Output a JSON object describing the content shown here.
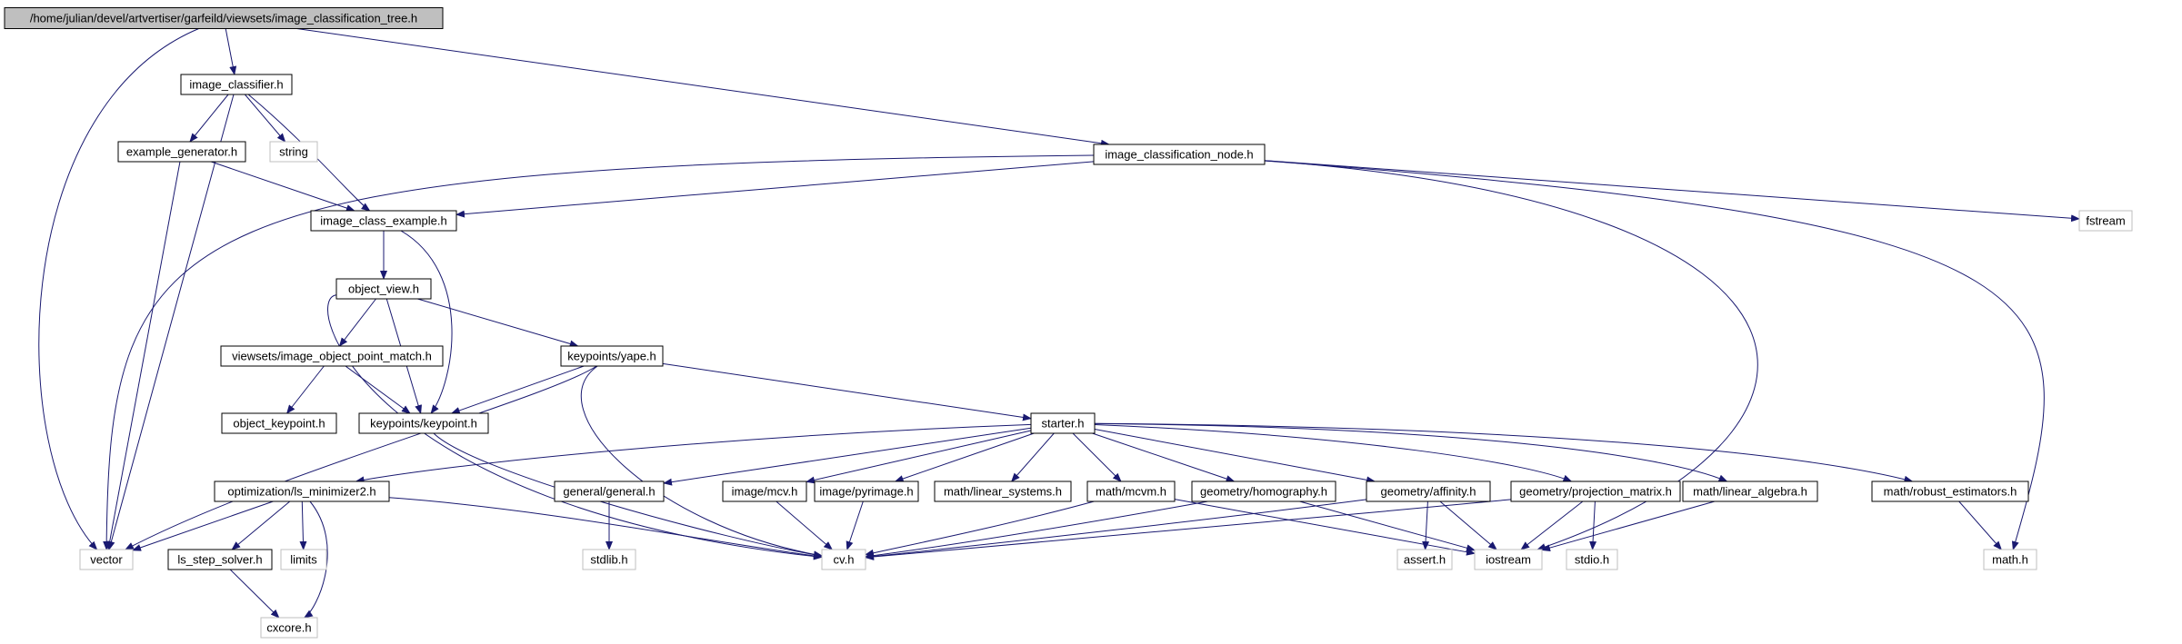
{
  "diagram": {
    "colors": {
      "edge": "#191970",
      "documented_border": "#000000",
      "external_border": "#bfbfbf",
      "root_fill": "#bfbfbf",
      "fill": "#ffffff"
    },
    "nodes": [
      {
        "id": "root",
        "label": "/home/julian/devel/artvertiser/garfeild/viewsets/image_classification_tree.h",
        "kind": "root"
      },
      {
        "id": "image_classifier",
        "label": "image_classifier.h",
        "kind": "documented"
      },
      {
        "id": "vector",
        "label": "vector",
        "kind": "external"
      },
      {
        "id": "example_generator",
        "label": "example_generator.h",
        "kind": "documented"
      },
      {
        "id": "string",
        "label": "string",
        "kind": "external"
      },
      {
        "id": "image_classification_node",
        "label": "image_classification_node.h",
        "kind": "documented"
      },
      {
        "id": "fstream",
        "label": "fstream",
        "kind": "external"
      },
      {
        "id": "image_class_example",
        "label": "image_class_example.h",
        "kind": "documented"
      },
      {
        "id": "object_view",
        "label": "object_view.h",
        "kind": "documented"
      },
      {
        "id": "image_object_point_match",
        "label": "viewsets/image_object_point_match.h",
        "kind": "documented"
      },
      {
        "id": "keypoints_yape",
        "label": "keypoints/yape.h",
        "kind": "documented"
      },
      {
        "id": "object_keypoint",
        "label": "object_keypoint.h",
        "kind": "documented"
      },
      {
        "id": "keypoints_keypoint",
        "label": "keypoints/keypoint.h",
        "kind": "documented"
      },
      {
        "id": "starter",
        "label": "starter.h",
        "kind": "documented"
      },
      {
        "id": "ls_minimizer2",
        "label": "optimization/ls_minimizer2.h",
        "kind": "documented"
      },
      {
        "id": "general",
        "label": "general/general.h",
        "kind": "documented"
      },
      {
        "id": "image_mcv",
        "label": "image/mcv.h",
        "kind": "documented"
      },
      {
        "id": "pyrimage",
        "label": "image/pyrimage.h",
        "kind": "documented"
      },
      {
        "id": "linear_systems",
        "label": "math/linear_systems.h",
        "kind": "documented"
      },
      {
        "id": "mcvm",
        "label": "math/mcvm.h",
        "kind": "documented"
      },
      {
        "id": "homography",
        "label": "geometry/homography.h",
        "kind": "documented"
      },
      {
        "id": "affinity",
        "label": "geometry/affinity.h",
        "kind": "documented"
      },
      {
        "id": "projection_matrix",
        "label": "geometry/projection_matrix.h",
        "kind": "documented"
      },
      {
        "id": "linear_algebra",
        "label": "math/linear_algebra.h",
        "kind": "documented"
      },
      {
        "id": "robust_estimators",
        "label": "math/robust_estimators.h",
        "kind": "documented"
      },
      {
        "id": "math",
        "label": "math.h",
        "kind": "external"
      },
      {
        "id": "limits",
        "label": "limits",
        "kind": "external"
      },
      {
        "id": "ls_step_solver",
        "label": "ls_step_solver.h",
        "kind": "documented"
      },
      {
        "id": "cxcore",
        "label": "cxcore.h",
        "kind": "external"
      },
      {
        "id": "stdlib",
        "label": "stdlib.h",
        "kind": "external"
      },
      {
        "id": "cv",
        "label": "cv.h",
        "kind": "external"
      },
      {
        "id": "assert",
        "label": "assert.h",
        "kind": "external"
      },
      {
        "id": "iostream",
        "label": "iostream",
        "kind": "external"
      },
      {
        "id": "stdio",
        "label": "stdio.h",
        "kind": "external"
      }
    ],
    "edges": [
      [
        "root",
        "image_classifier"
      ],
      [
        "root",
        "vector"
      ],
      [
        "root",
        "image_classification_node"
      ],
      [
        "image_classifier",
        "vector"
      ],
      [
        "image_classifier",
        "example_generator"
      ],
      [
        "image_classifier",
        "string"
      ],
      [
        "image_classifier",
        "image_class_example"
      ],
      [
        "example_generator",
        "vector"
      ],
      [
        "example_generator",
        "image_class_example"
      ],
      [
        "image_classification_node",
        "vector"
      ],
      [
        "image_classification_node",
        "image_class_example"
      ],
      [
        "image_classification_node",
        "fstream"
      ],
      [
        "image_classification_node",
        "iostream"
      ],
      [
        "image_classification_node",
        "math"
      ],
      [
        "image_class_example",
        "object_view"
      ],
      [
        "image_class_example",
        "keypoints_keypoint"
      ],
      [
        "object_view",
        "image_object_point_match"
      ],
      [
        "object_view",
        "keypoints_yape"
      ],
      [
        "object_view",
        "keypoints_keypoint"
      ],
      [
        "object_view",
        "cv"
      ],
      [
        "image_object_point_match",
        "object_keypoint"
      ],
      [
        "image_object_point_match",
        "keypoints_keypoint"
      ],
      [
        "keypoints_yape",
        "keypoints_keypoint"
      ],
      [
        "keypoints_yape",
        "starter"
      ],
      [
        "keypoints_yape",
        "vector"
      ],
      [
        "keypoints_yape",
        "cv"
      ],
      [
        "keypoints_keypoint",
        "cv"
      ],
      [
        "starter",
        "ls_minimizer2"
      ],
      [
        "starter",
        "general"
      ],
      [
        "starter",
        "image_mcv"
      ],
      [
        "starter",
        "pyrimage"
      ],
      [
        "starter",
        "linear_systems"
      ],
      [
        "starter",
        "mcvm"
      ],
      [
        "starter",
        "homography"
      ],
      [
        "starter",
        "affinity"
      ],
      [
        "starter",
        "projection_matrix"
      ],
      [
        "starter",
        "linear_algebra"
      ],
      [
        "starter",
        "robust_estimators"
      ],
      [
        "ls_minimizer2",
        "vector"
      ],
      [
        "ls_minimizer2",
        "ls_step_solver"
      ],
      [
        "ls_minimizer2",
        "limits"
      ],
      [
        "ls_minimizer2",
        "cxcore"
      ],
      [
        "ls_minimizer2",
        "cv"
      ],
      [
        "ls_step_solver",
        "cxcore"
      ],
      [
        "general",
        "stdlib"
      ],
      [
        "image_mcv",
        "cv"
      ],
      [
        "pyrimage",
        "cv"
      ],
      [
        "mcvm",
        "cv"
      ],
      [
        "mcvm",
        "iostream"
      ],
      [
        "homography",
        "cv"
      ],
      [
        "homography",
        "iostream"
      ],
      [
        "affinity",
        "cv"
      ],
      [
        "affinity",
        "assert"
      ],
      [
        "affinity",
        "iostream"
      ],
      [
        "projection_matrix",
        "cv"
      ],
      [
        "projection_matrix",
        "iostream"
      ],
      [
        "projection_matrix",
        "stdio"
      ],
      [
        "linear_algebra",
        "iostream"
      ],
      [
        "robust_estimators",
        "math"
      ]
    ]
  }
}
